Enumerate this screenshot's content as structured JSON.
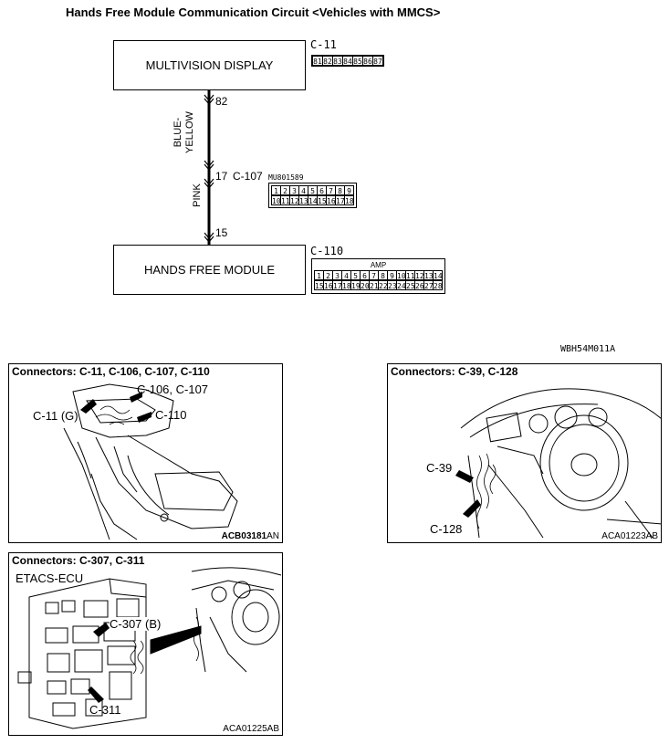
{
  "title": "Hands Free Module Communication Circuit <Vehicles with MMCS>",
  "multivision": {
    "label": "MULTIVISION DISPLAY",
    "connector": "C-11",
    "pins": [
      "81",
      "82",
      "83",
      "84",
      "85",
      "86",
      "87"
    ],
    "pin": "82"
  },
  "wire1": {
    "color": "BLUE-",
    "color2": "YELLOW"
  },
  "junction": {
    "pin": "17",
    "connector": "C-107",
    "part": "MU801589",
    "pins_top": [
      "1",
      "2",
      "3",
      "4",
      "5",
      "6",
      "7",
      "8",
      "9"
    ],
    "pins_bottom": [
      "10",
      "11",
      "12",
      "13",
      "14",
      "15",
      "16",
      "17",
      "18"
    ]
  },
  "wire2": {
    "color": "PINK"
  },
  "hfm": {
    "label": "HANDS FREE MODULE",
    "connector": "C-110",
    "pin": "15",
    "amp": "AMP",
    "pins_top": [
      "1",
      "2",
      "3",
      "4",
      "5",
      "6",
      "7",
      "8",
      "9",
      "10",
      "11",
      "12",
      "13",
      "14"
    ],
    "pins_bottom": [
      "15",
      "16",
      "17",
      "18",
      "19",
      "20",
      "21",
      "22",
      "23",
      "24",
      "25",
      "26",
      "27",
      "28"
    ]
  },
  "diagram_code": "WBH54M011A",
  "panels": {
    "p1": {
      "title": "Connectors: C-11, C-106, C-107, C-110",
      "code": "ACB03181",
      "code_suffix": "AN",
      "labels": {
        "c106": "C-106, C-107",
        "c11": "C-11 (G)",
        "c110": "C-110"
      }
    },
    "p2": {
      "title": "Connectors: C-39, C-128",
      "code": "ACA01223AB",
      "labels": {
        "c39": "C-39",
        "c128": "C-128"
      }
    },
    "p3": {
      "title": "Connectors: C-307, C-311",
      "code": "ACA01225AB",
      "labels": {
        "ecu": "ETACS-ECU",
        "c307": "C-307 (B)",
        "c311": "C-311"
      }
    }
  }
}
